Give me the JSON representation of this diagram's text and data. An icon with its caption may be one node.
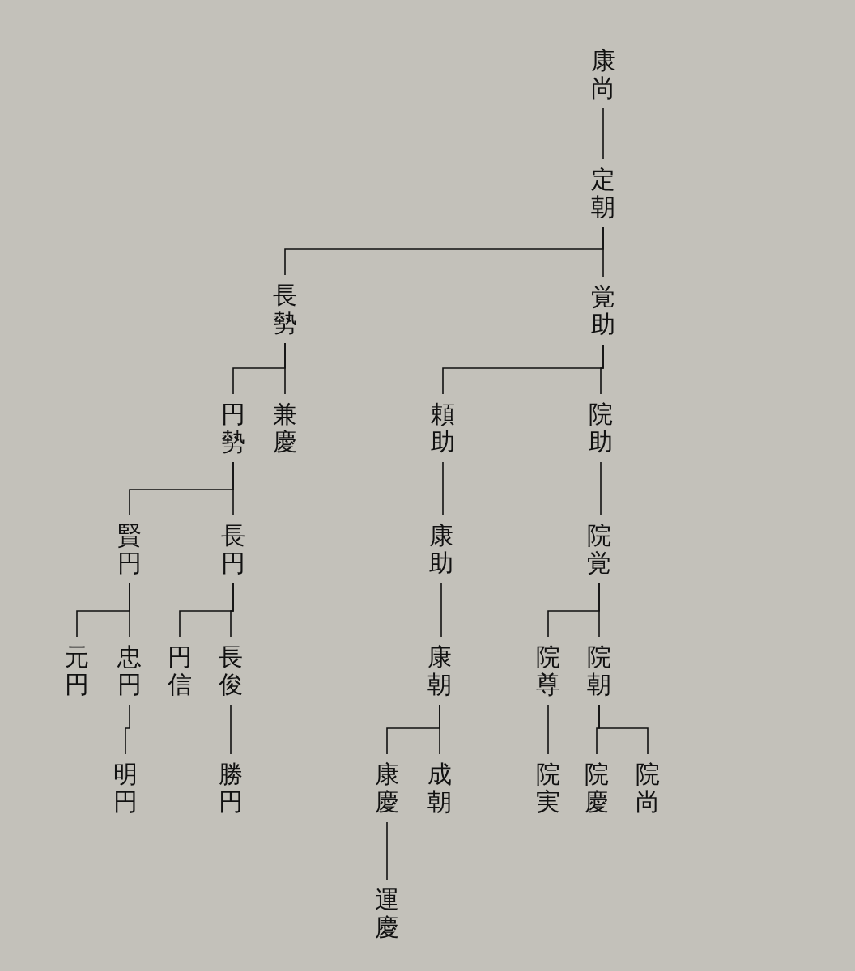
{
  "diagram": {
    "nodes": [
      {
        "text": [
          "康尚"
        ]
      },
      {
        "text": [
          "定朝"
        ]
      },
      {
        "text": [
          "長勢"
        ]
      },
      {
        "text": [
          "覚助"
        ]
      },
      {
        "text": [
          "円勢"
        ]
      },
      {
        "text": [
          "兼慶"
        ]
      },
      {
        "text": [
          "頼助"
        ]
      },
      {
        "text": [
          "院助"
        ]
      },
      {
        "text": [
          "賢円"
        ]
      },
      {
        "text": [
          "長円"
        ]
      },
      {
        "text": [
          "康助"
        ]
      },
      {
        "text": [
          "院覚"
        ]
      },
      {
        "text": [
          "元円"
        ]
      },
      {
        "text": [
          "忠円"
        ]
      },
      {
        "text": [
          "円信"
        ]
      },
      {
        "text": [
          "長俊"
        ]
      },
      {
        "text": [
          "康朝"
        ]
      },
      {
        "text": [
          "院尊"
        ]
      },
      {
        "text": [
          "院朝"
        ]
      },
      {
        "text": [
          "明円"
        ]
      },
      {
        "text": [
          "勝円"
        ]
      },
      {
        "text": [
          "康慶"
        ]
      },
      {
        "text": [
          "成朝"
        ]
      },
      {
        "text": [
          "院実"
        ]
      },
      {
        "text": [
          "院慶"
        ]
      },
      {
        "text": [
          "院尚"
        ]
      },
      {
        "text": [
          "運慶"
        ]
      }
    ],
    "edges": [
      {
        "from": 0,
        "to": 1,
        "arrow": "none"
      },
      {
        "from": 1,
        "to": 2,
        "arrow": "none"
      },
      {
        "from": 1,
        "to": 3,
        "arrow": "none"
      },
      {
        "from": 2,
        "to": 4,
        "arrow": "none"
      },
      {
        "from": 2,
        "to": 5,
        "arrow": "none"
      },
      {
        "from": 3,
        "to": 6,
        "arrow": "none"
      },
      {
        "from": 3,
        "to": 7,
        "arrow": "none"
      },
      {
        "from": 4,
        "to": 8,
        "arrow": "none"
      },
      {
        "from": 4,
        "to": 9,
        "arrow": "none"
      },
      {
        "from": 6,
        "to": 10,
        "arrow": "none"
      },
      {
        "from": 7,
        "to": 11,
        "arrow": "none"
      },
      {
        "from": 8,
        "to": 12,
        "arrow": "none"
      },
      {
        "from": 8,
        "to": 13,
        "arrow": "none"
      },
      {
        "from": 9,
        "to": 14,
        "arrow": "none"
      },
      {
        "from": 9,
        "to": 15,
        "arrow": "none"
      },
      {
        "from": 10,
        "to": 16,
        "arrow": "none"
      },
      {
        "from": 11,
        "to": 17,
        "arrow": "none"
      },
      {
        "from": 11,
        "to": 18,
        "arrow": "none"
      },
      {
        "from": 13,
        "to": 19,
        "arrow": "none"
      },
      {
        "from": 15,
        "to": 20,
        "arrow": "none"
      },
      {
        "from": 16,
        "to": 21,
        "arrow": "none"
      },
      {
        "from": 16,
        "to": 22,
        "arrow": "none"
      },
      {
        "from": 17,
        "to": 23,
        "arrow": "none"
      },
      {
        "from": 18,
        "to": 24,
        "arrow": "none"
      },
      {
        "from": 18,
        "to": 25,
        "arrow": "none"
      },
      {
        "from": 21,
        "to": 26,
        "arrow": "none"
      }
    ]
  }
}
